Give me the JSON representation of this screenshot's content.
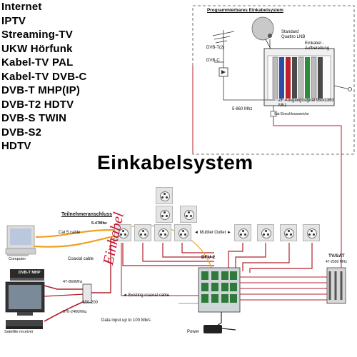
{
  "services": [
    "Internet",
    "IPTV",
    "Streaming-TV",
    "UKW Hörfunk",
    "Kabel-TV PAL",
    "Kabel-TV DVB-C",
    "DVB-T MHP(IP)",
    "DVB-T2 HDTV",
    "DVB-S TWIN",
    "DVB-S2",
    "HDTV"
  ],
  "main_title": "Einkabelsystem",
  "top_diagram": {
    "title": "Programmierbares Einkabelsystem",
    "standard_lnb": "Standard Quattro LNB",
    "dvbt2": "DVB-T(2)",
    "dvbc": "DVB-C",
    "einkabel_aufbereitung": "Einkabel - Aufbereitung",
    "zf_signal": "ZF Ausgangssignal 950/2350 Mhz",
    "freq": "5-860 Mhz",
    "weiche": "Sat Einschleusweiche"
  },
  "bottom_diagram": {
    "teilnehmer": "Teilnehmeranschluss",
    "freq_5_47": "5-47Mhz",
    "cat5": "Cat 5 cable",
    "coaxial": "Coaxial cable",
    "computer": "Computer",
    "dvbt_mhp": "DVB-T MHP",
    "freq_47_860": "47-860Mhz",
    "mx200": "MX-200",
    "freq_970_2400": "970-2400Mhz",
    "sat_receiver": "Satellite receiver",
    "einkabel": "Einkabel",
    "multilet": "◄ Multilet Outlet ►",
    "existing": "◄ Existing coaxial cable",
    "data_input": "Data input up to 100 Mb/s",
    "dfu2": "DFU-2",
    "tvsat": "TV/SAT",
    "tvsat_freq": "47-2500 MHz",
    "power": "Power"
  },
  "colors": {
    "cable_red": "#b0202a",
    "cable_orange": "#f0a020",
    "brand_red": "#c8102e"
  }
}
